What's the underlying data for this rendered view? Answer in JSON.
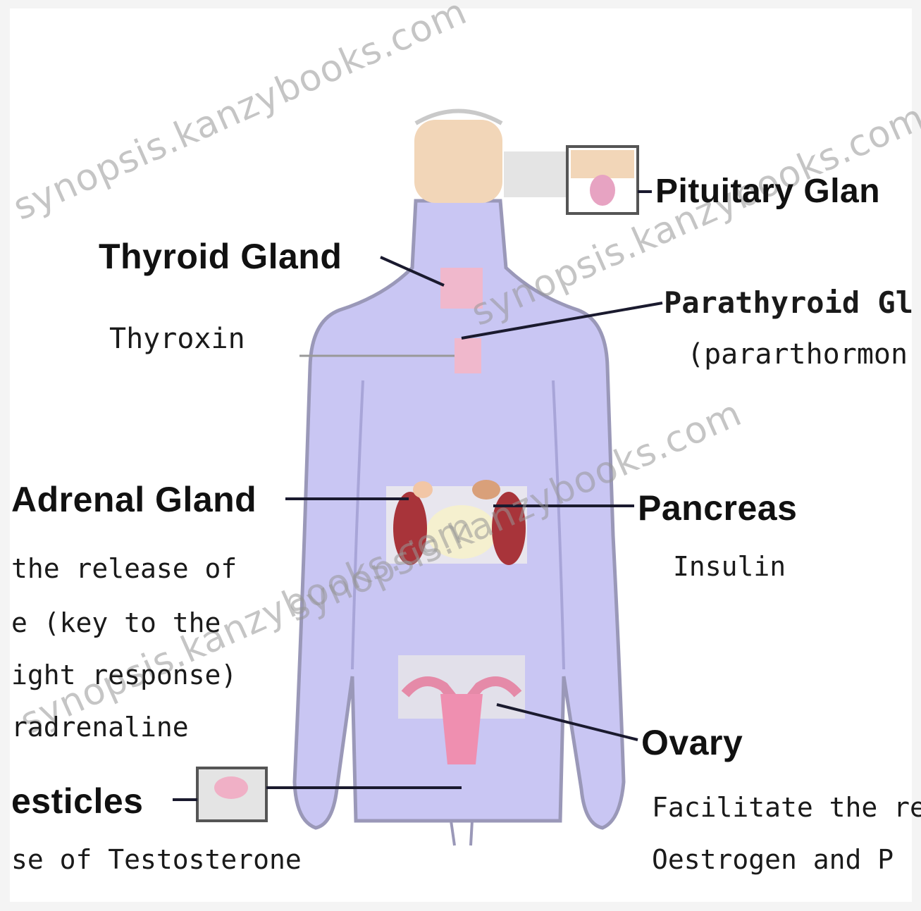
{
  "labels": {
    "pituitary": "Pituitary Glan",
    "thyroid": "Thyroid Gland",
    "thyroxin": "Thyroxin",
    "parathyroid": "Parathyroid Gl",
    "parathormone": "(pararthormon",
    "adrenal": "Adrenal Gland",
    "adrenal_line1": "the release of",
    "adrenal_line2": "e (key to the",
    "adrenal_line3": "ight response)",
    "adrenal_line4": "radrenaline",
    "pancreas": "Pancreas",
    "insulin": "Insulin",
    "ovary": "Ovary",
    "ovary_line1": "Facilitate the re",
    "ovary_line2": "Oestrogen and P",
    "testicles": "esticles",
    "testicles_line1": "se of Testosterone"
  },
  "watermark": "synopsis.kanzybooks.com",
  "colors": {
    "body": "#c9c6f3",
    "body_outline": "#9a98b8",
    "skin": "#f2d6b8",
    "kidney": "#a8343a",
    "organ_pink": "#f0a6c2",
    "line": "#1a1a2e"
  }
}
